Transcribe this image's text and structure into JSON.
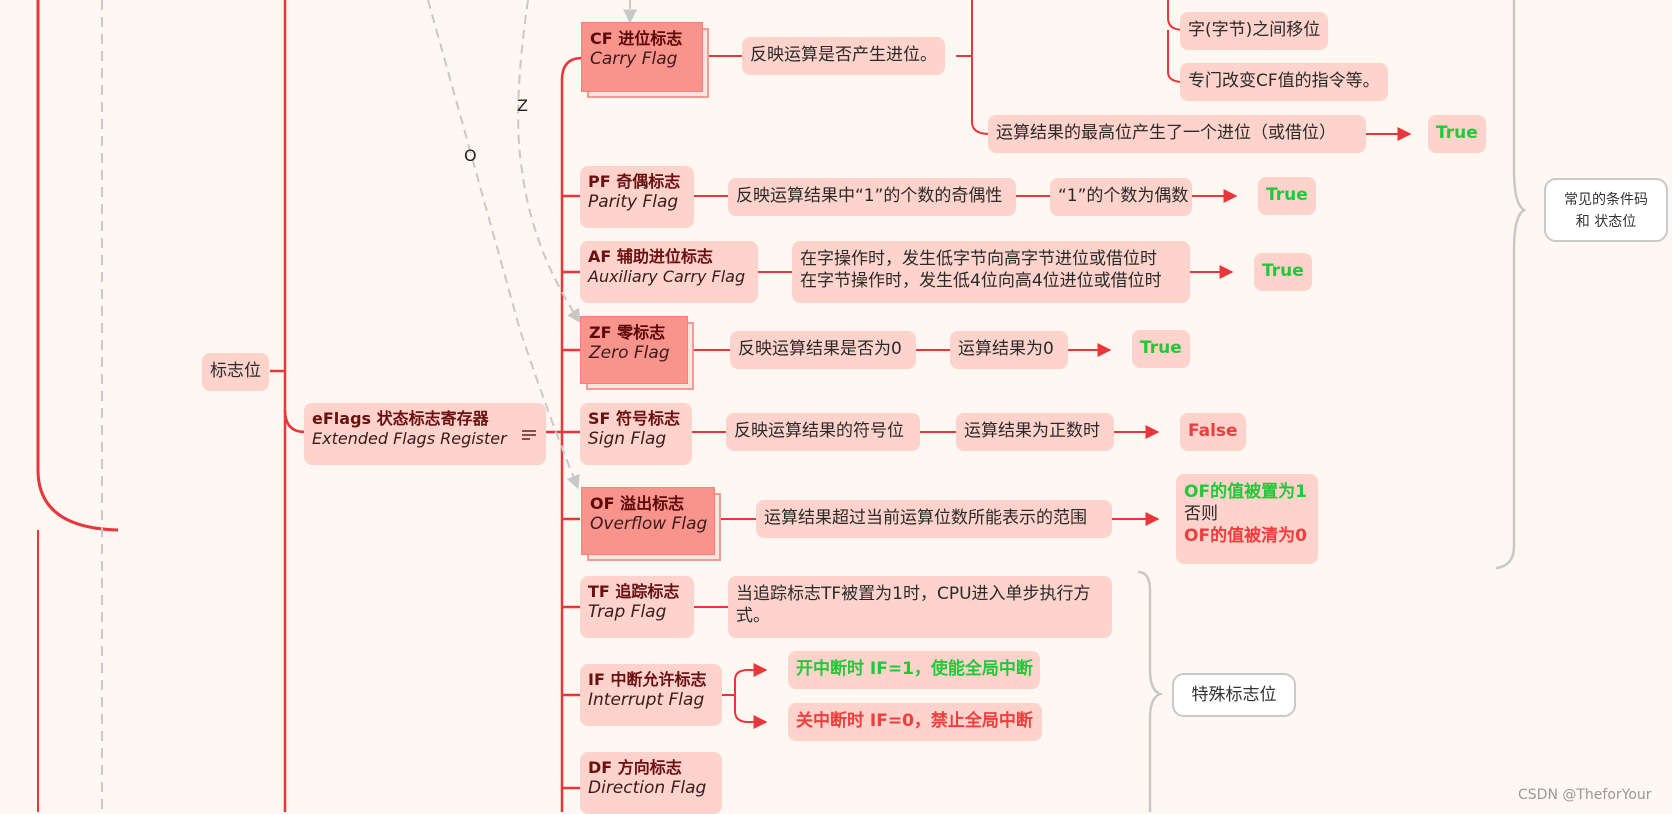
{
  "colors": {
    "background": "#fff7f1",
    "node_fill": "#fdd3cc",
    "highlight_fill": "#f9948c",
    "branch_line": "#e8363a",
    "true_text": "#23c83a",
    "false_text": "#ee3e3e",
    "dashed_guide": "#c8c8c8"
  },
  "root": {
    "label": "标志位"
  },
  "register": {
    "name": "eFlags 状态标志寄存器",
    "full_name": "Extended Flags Register",
    "icon": "menu-lines-icon"
  },
  "flags": {
    "cf": {
      "name": "CF 进位标志",
      "en": "Carry Flag",
      "desc": "反映运算是否产生进位。",
      "sub1": "字(字节)之间移位",
      "sub2": "专门改变CF值的指令等。",
      "cond": "运算结果的最高位产生了一个进位（或借位）",
      "result": "True"
    },
    "pf": {
      "name": "PF 奇偶标志",
      "en": "Parity Flag",
      "desc": "反映运算结果中“1”的个数的奇偶性",
      "cond": "“1”的个数为偶数",
      "result": "True"
    },
    "af": {
      "name": "AF 辅助进位标志",
      "en": "Auxiliary Carry Flag",
      "desc1": "在字操作时，发生低字节向高字节进位或借位时",
      "desc2": "在字节操作时，发生低4位向高4位进位或借位时",
      "result": "True"
    },
    "zf": {
      "name": "ZF 零标志",
      "en": "Zero Flag",
      "desc": "反映运算结果是否为0",
      "cond": "运算结果为0",
      "result": "True"
    },
    "sf": {
      "name": "SF 符号标志",
      "en": "Sign Flag",
      "desc": "反映运算结果的符号位",
      "cond": "运算结果为正数时",
      "result": "False"
    },
    "of": {
      "name": "OF 溢出标志",
      "en": "Overflow Flag",
      "desc": "运算结果超过当前运算位数所能表示的范围",
      "result_set": "OF的值被置为1",
      "result_else": "否则",
      "result_clear": "OF的值被清为0"
    },
    "tf": {
      "name": "TF 追踪标志",
      "en": "Trap Flag",
      "desc_line1": "当追踪标志TF被置为1时，CPU进入单步执行方",
      "desc_line2": "式。"
    },
    "if": {
      "name": "IF 中断允许标志",
      "en": "Interrupt Flag",
      "on": "开中断时 IF=1，使能全局中断",
      "off": "关中断时 IF=0，禁止全局中断"
    },
    "df": {
      "name": "DF 方向标志",
      "en": "Direction Flag"
    }
  },
  "groups": {
    "common": {
      "line1": "常见的条件码",
      "line2": "和 状态位"
    },
    "special": "特殊标志位"
  },
  "relation_labels": {
    "z": "Z",
    "o": "O"
  },
  "watermark": "CSDN @TheforYour"
}
